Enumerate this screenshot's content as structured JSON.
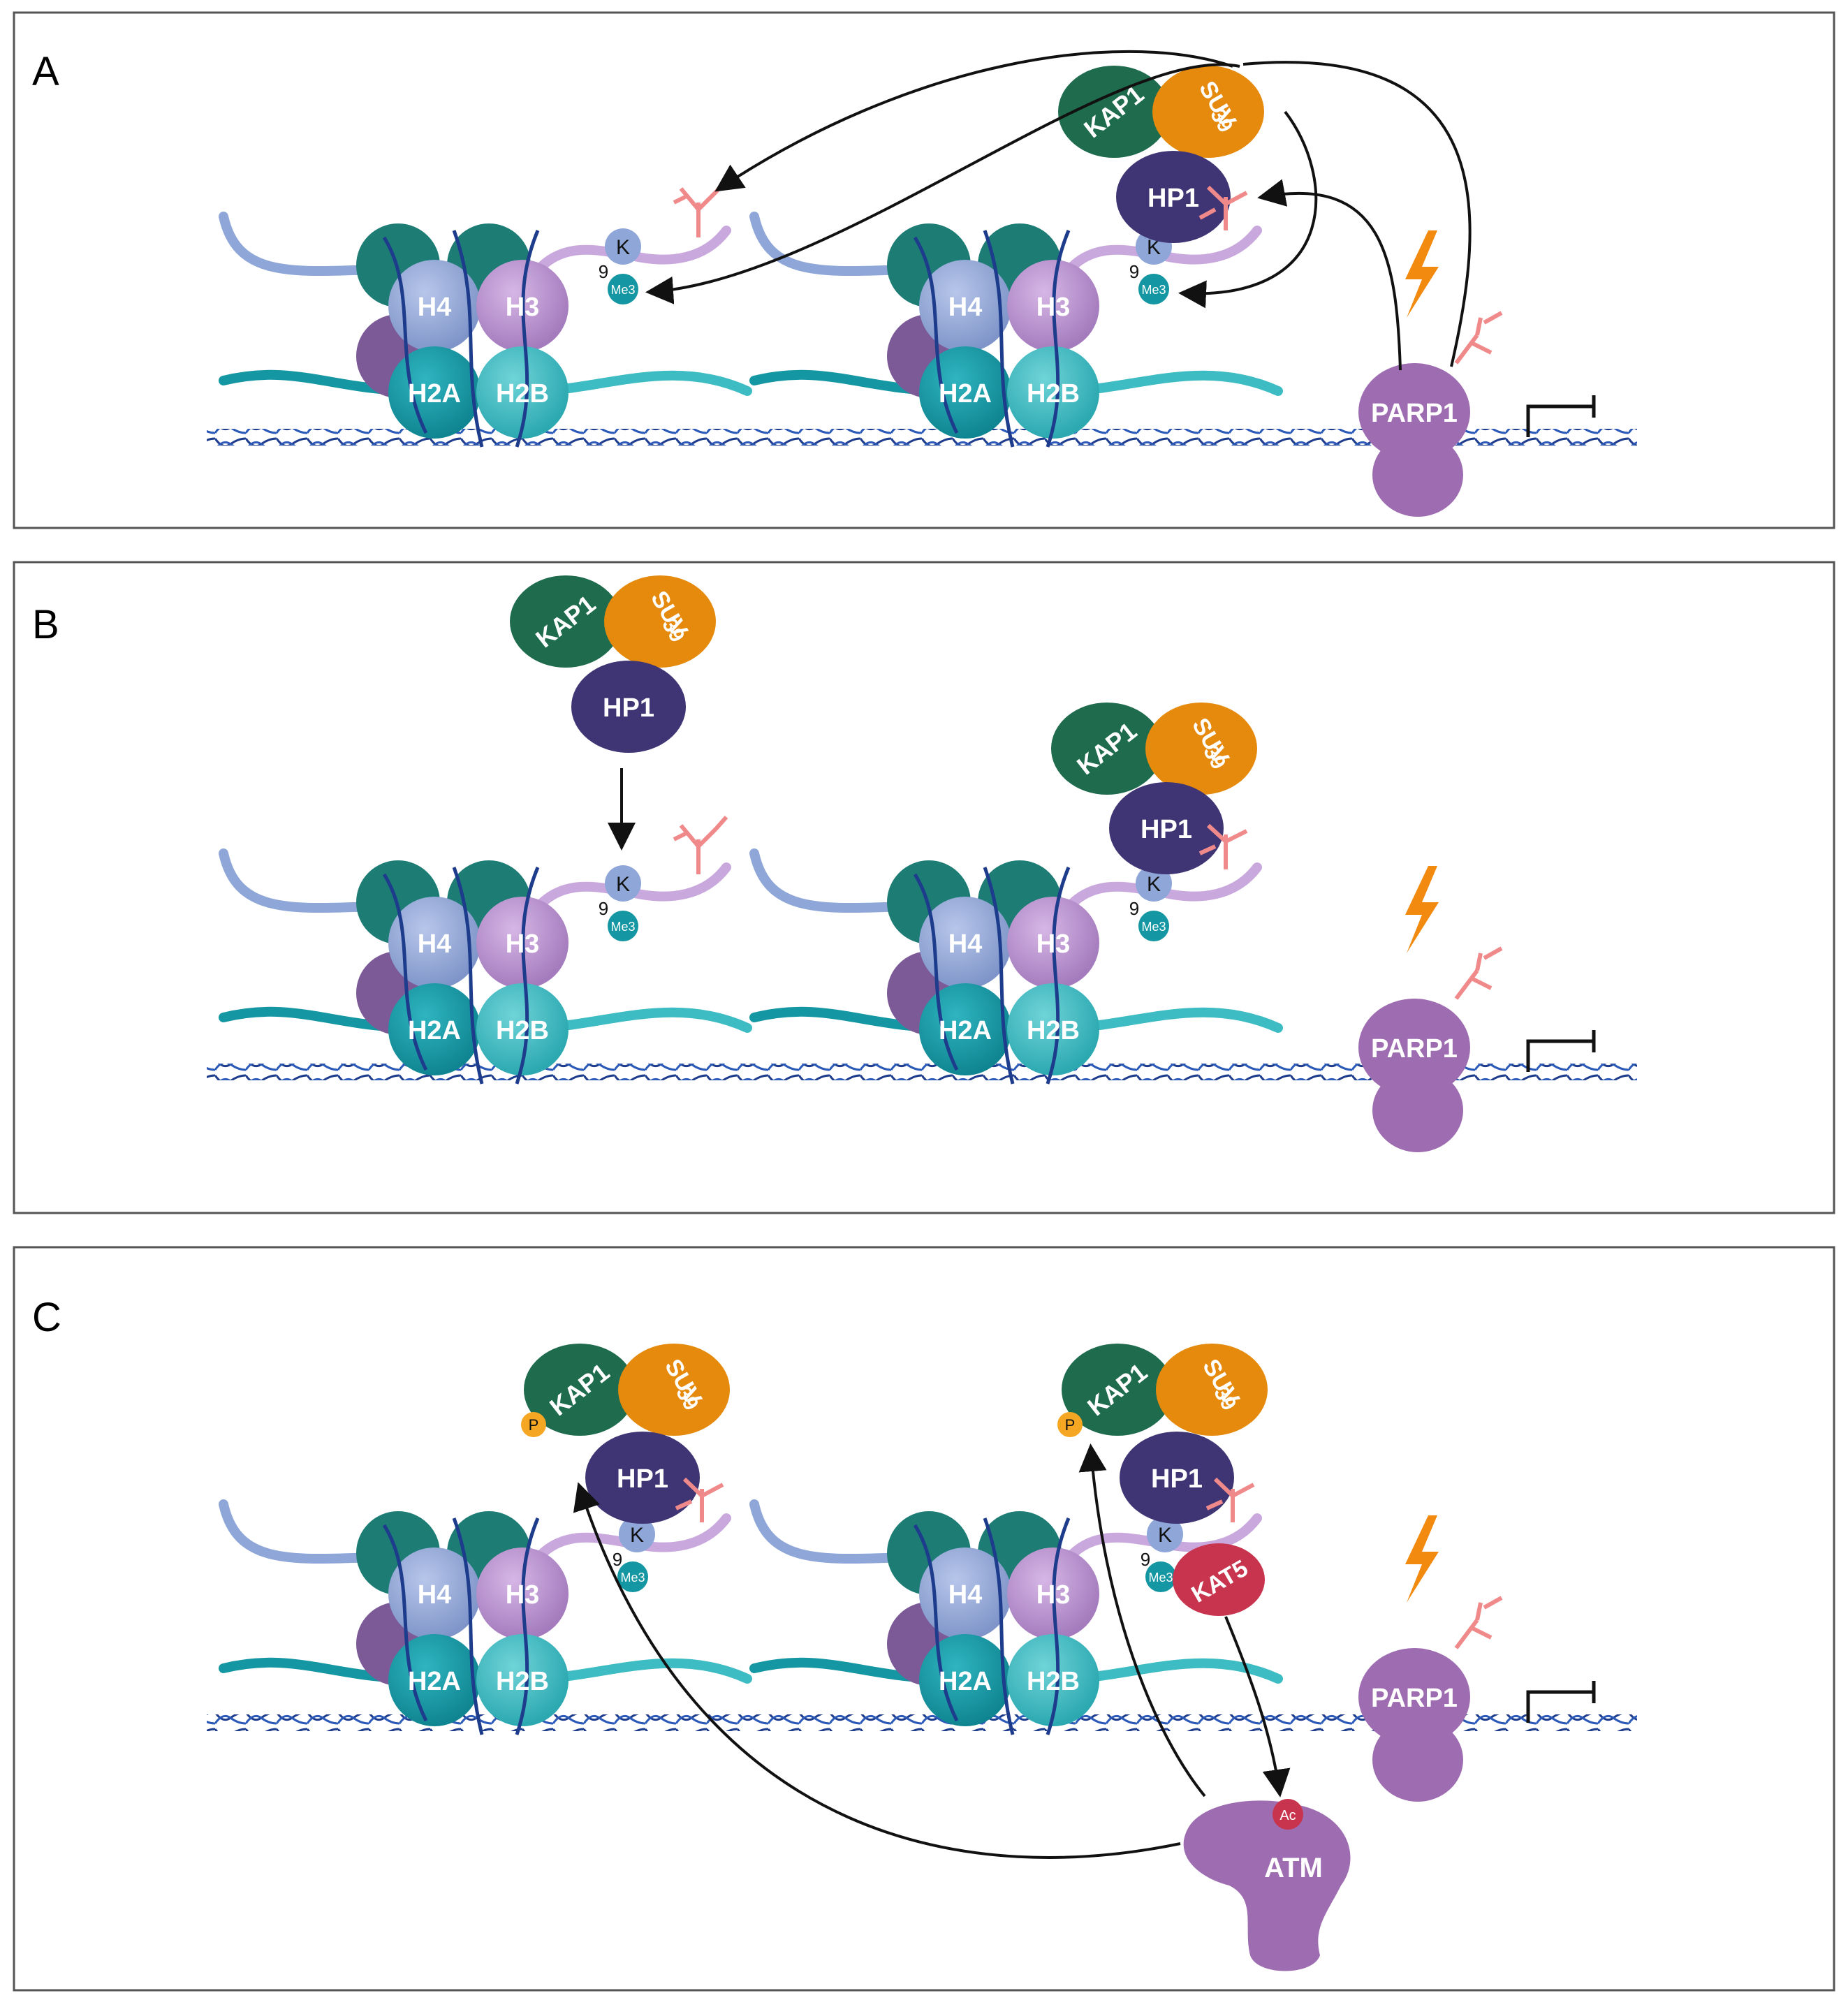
{
  "panels": [
    {
      "id": "A",
      "label": "A",
      "nucleosomes": [
        {
          "h4": "H4",
          "h3": "H3",
          "h2a": "H2A",
          "h2b": "H2B",
          "lysine": "K",
          "position": "9",
          "methyl": "Me3"
        },
        {
          "h4": "H4",
          "h3": "H3",
          "h2a": "H2A",
          "h2b": "H2B",
          "lysine": "K",
          "position": "9",
          "methyl": "Me3"
        }
      ],
      "complex": {
        "kap1": "KAP1",
        "suv_top": "SUV",
        "suv_bottom": "39",
        "hp1": "HP1"
      },
      "parp1": "PARP1"
    },
    {
      "id": "B",
      "label": "B",
      "nucleosomes": [
        {
          "h4": "H4",
          "h3": "H3",
          "h2a": "H2A",
          "h2b": "H2B",
          "lysine": "K",
          "position": "9",
          "methyl": "Me3"
        },
        {
          "h4": "H4",
          "h3": "H3",
          "h2a": "H2A",
          "h2b": "H2B",
          "lysine": "K",
          "position": "9",
          "methyl": "Me3"
        }
      ],
      "complexes": [
        {
          "kap1": "KAP1",
          "suv_top": "SUV",
          "suv_bottom": "39",
          "hp1": "HP1"
        },
        {
          "kap1": "KAP1",
          "suv_top": "SUV",
          "suv_bottom": "39",
          "hp1": "HP1"
        }
      ],
      "parp1": "PARP1"
    },
    {
      "id": "C",
      "label": "C",
      "nucleosomes": [
        {
          "h4": "H4",
          "h3": "H3",
          "h2a": "H2A",
          "h2b": "H2B",
          "lysine": "K",
          "position": "9",
          "methyl": "Me3"
        },
        {
          "h4": "H4",
          "h3": "H3",
          "h2a": "H2A",
          "h2b": "H2B",
          "lysine": "K",
          "position": "9",
          "methyl": "Me3"
        }
      ],
      "complexes": [
        {
          "kap1": "KAP1",
          "suv_top": "SUV",
          "suv_bottom": "39",
          "hp1": "HP1",
          "phospho": "P"
        },
        {
          "kap1": "KAP1",
          "suv_top": "SUV",
          "suv_bottom": "39",
          "hp1": "HP1",
          "phospho": "P"
        }
      ],
      "kat5": "KAT5",
      "atm": "ATM",
      "acetyl": "Ac",
      "parp1": "PARP1"
    }
  ],
  "colors": {
    "h4": "#8fa6d8",
    "h3": "#b48fc9",
    "h2a": "#1497a3",
    "h2b": "#3ebcc3",
    "kap1": "#1e6b4e",
    "suv39": "#e58a0d",
    "hp1": "#3f3574",
    "parp1": "#9e6cb0",
    "atm": "#9e6cb0",
    "kat5": "#c8344e",
    "lysine": "#8fa6d8",
    "me3": "#1497a3",
    "par_chain": "#f08a8a",
    "dna": "#1e3c8c",
    "lightning": "#f28a0f"
  }
}
